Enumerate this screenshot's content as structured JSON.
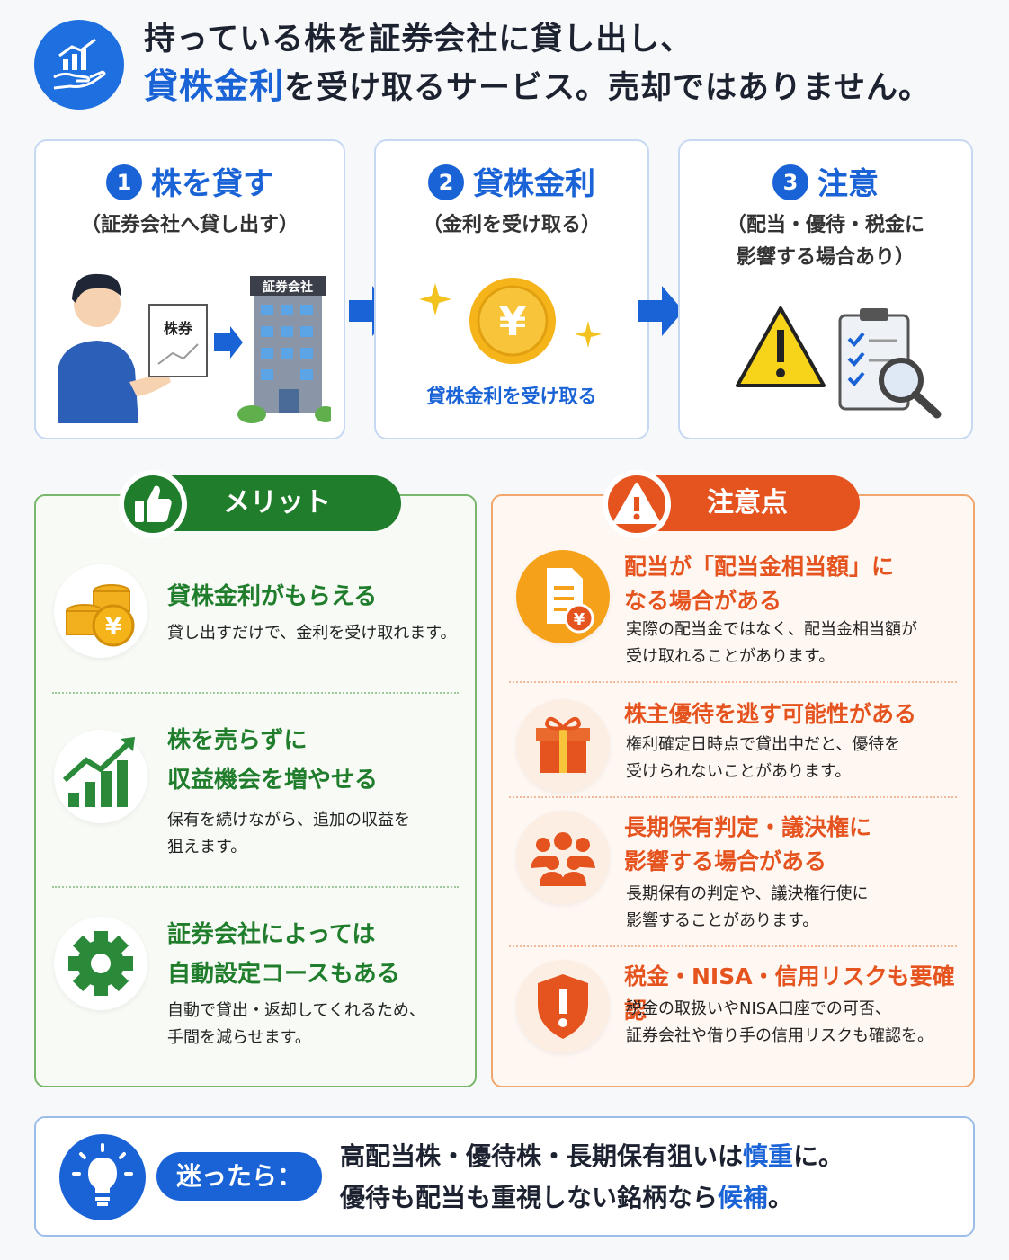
{
  "header": {
    "line1": "持っている株を証券会社に貸し出し、",
    "line2_highlight": "貸株金利",
    "line2_rest": "を受け取るサービス。売却ではありません。"
  },
  "steps": [
    {
      "num": "1",
      "title": "株を貸す",
      "sub1": "（証券会社へ貸し出す）",
      "sub2": "",
      "building_label": "証券会社",
      "card_label": "株券"
    },
    {
      "num": "2",
      "title": "貸株金利",
      "sub1": "（金利を受け取る）",
      "sub2": "",
      "caption": "貸株金利を受け取る",
      "coin": "¥"
    },
    {
      "num": "3",
      "title": "注意",
      "sub1": "（配当・優待・税金に",
      "sub2": "影響する場合あり）"
    }
  ],
  "merits": {
    "label": "メリット",
    "items": [
      {
        "title1": "貸株金利がもらえる",
        "title2": "",
        "desc1": "貸し出すだけで、金利を受け取れます。",
        "desc2": ""
      },
      {
        "title1": "株を売らずに",
        "title2": "収益機会を増やせる",
        "desc1": "保有を続けながら、追加の収益を",
        "desc2": "狙えます。"
      },
      {
        "title1": "証券会社によっては",
        "title2": "自動設定コースもある",
        "desc1": "自動で貸出・返却してくれるため、",
        "desc2": "手間を減らせます。"
      }
    ]
  },
  "cautions": {
    "label": "注意点",
    "items": [
      {
        "title1": "配当が「配当金相当額」に",
        "title2": "なる場合がある",
        "desc1": "実際の配当金ではなく、配当金相当額が",
        "desc2": "受け取れることがあります。"
      },
      {
        "title1": "株主優待を逃す可能性がある",
        "title2": "",
        "desc1": "権利確定日時点で貸出中だと、優待を",
        "desc2": "受けられないことがあります。"
      },
      {
        "title1": "長期保有判定・議決権に",
        "title2": "影響する場合がある",
        "desc1": "長期保有の判定や、議決権行使に",
        "desc2": "影響することがあります。"
      },
      {
        "title1": "税金・NISA・信用リスクも要確認",
        "title2": "",
        "desc1": "税金の取扱いやNISA口座での可否、",
        "desc2": "証券会社や借り手の信用リスクも確認を。"
      }
    ]
  },
  "bottom": {
    "pill": "迷ったら：",
    "line1_a": "高配当株・優待株・長期保有狙いは",
    "line1_b": "慎重",
    "line1_c": "に。",
    "line2_a": "優待も配当も重視しない銘柄なら",
    "line2_b": "候補",
    "line2_c": "。"
  },
  "colors": {
    "blue": "#1a63d6",
    "green": "#1f7d2c",
    "orange": "#e5531f",
    "gold": "#f2b01e"
  }
}
